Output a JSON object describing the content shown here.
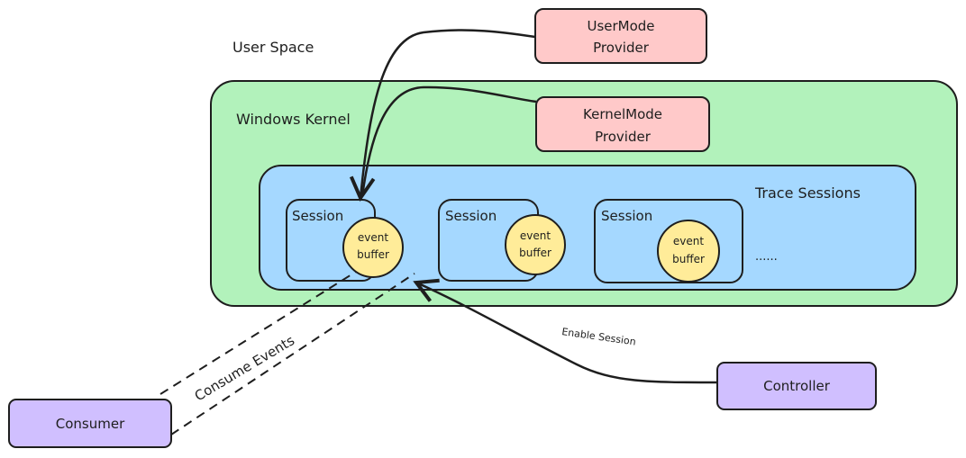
{
  "diagram": {
    "title": "ETW architecture",
    "regions": {
      "user_space": "User Space",
      "windows_kernel": "Windows Kernel",
      "trace_sessions": "Trace Sessions"
    },
    "providers": {
      "usermode": [
        "UserMode",
        "Provider"
      ],
      "kernelmode": [
        "KernelMode",
        "Provider"
      ]
    },
    "sessions": [
      {
        "label": "Session",
        "buffer": [
          "event",
          "buffer"
        ]
      },
      {
        "label": "Session",
        "buffer": [
          "event",
          "buffer"
        ]
      },
      {
        "label": "Session",
        "buffer": [
          "event",
          "buffer"
        ]
      }
    ],
    "more_sessions": "......",
    "consumer": "Consumer",
    "controller": "Controller",
    "edges": {
      "consume_events": "Consume Events",
      "enable_session": "Enable Session"
    },
    "colors": {
      "kernel_fill": "#b2f2bb",
      "sessions_fill": "#a5d8ff",
      "provider_fill": "#ffc9c9",
      "buffer_fill": "#ffec99",
      "actor_fill": "#d0bfff",
      "stroke": "#1e1e1e"
    }
  }
}
